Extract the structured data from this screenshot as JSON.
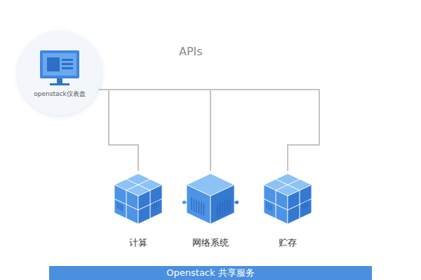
{
  "diagram": {
    "nodes": [
      {
        "text": [
          "openstack仪表盘"
        ]
      },
      {
        "text": [
          "Openstack 共享服务"
        ]
      },
      {
        "text": [
          "计算"
        ],
        "in": 1
      },
      {
        "text": [
          "网络系统"
        ],
        "in": 1
      },
      {
        "text": [
          "贮存"
        ],
        "in": 1
      }
    ],
    "edges": [
      {
        "from": 0,
        "to": 2,
        "arrow": "none"
      },
      {
        "from": 0,
        "to": 3,
        "arrow": "none"
      },
      {
        "from": 0,
        "to": 4,
        "arrow": "none"
      }
    ],
    "labels": [
      "APIs"
    ]
  }
}
